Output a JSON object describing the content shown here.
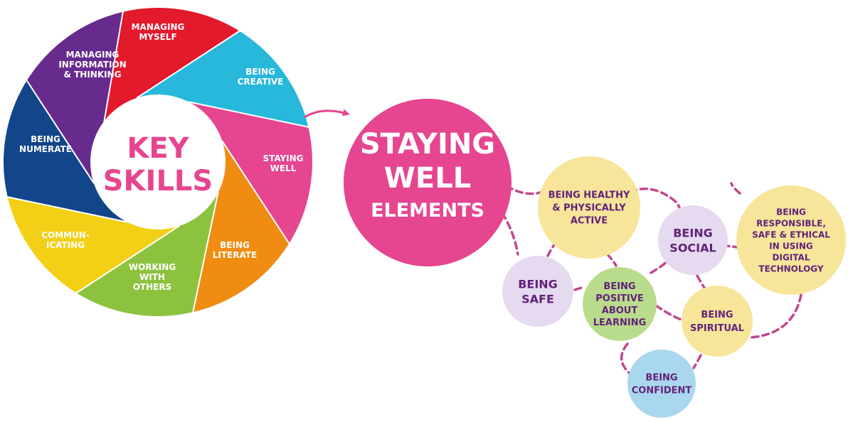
{
  "colors": {
    "background": "#ffffff",
    "title_pink": "#e6458f",
    "bubble_text": "#62227a",
    "connector": "#c2478e"
  },
  "key_skills": {
    "title_lines": [
      "KEY",
      "SKILLS"
    ],
    "segments": [
      {
        "id": "managing-myself",
        "lines": [
          "MANAGING",
          "MYSELF"
        ],
        "color": "#e3192c"
      },
      {
        "id": "being-creative",
        "lines": [
          "BEING",
          "CREATIVE"
        ],
        "color": "#27b8dc"
      },
      {
        "id": "staying-well",
        "lines": [
          "STAYING",
          "WELL"
        ],
        "color": "#e6458f"
      },
      {
        "id": "being-literate",
        "lines": [
          "BEING",
          "LITERATE"
        ],
        "color": "#f08c12"
      },
      {
        "id": "working-with-others",
        "lines": [
          "WORKING",
          "WITH",
          "OTHERS"
        ],
        "color": "#8dc23f"
      },
      {
        "id": "communicating",
        "lines": [
          "COMMUN-",
          "ICATING"
        ],
        "color": "#f3cf16"
      },
      {
        "id": "being-numerate",
        "lines": [
          "BEING",
          "NUMERATE"
        ],
        "color": "#12458a"
      },
      {
        "id": "managing-information",
        "lines": [
          "MANAGING",
          "INFORMATION",
          "& THINKING"
        ],
        "color": "#672b8e"
      }
    ]
  },
  "staying_well": {
    "title_lines": [
      "STAYING",
      "WELL",
      "ELEMENTS"
    ],
    "color": "#e6458f",
    "elements": [
      {
        "id": "healthy-active",
        "lines": [
          "BEING HEALTHY",
          "& PHYSICALLY",
          "ACTIVE"
        ],
        "color": "#f7e59a"
      },
      {
        "id": "being-safe",
        "lines": [
          "BEING",
          "SAFE"
        ],
        "color": "#e5daf0"
      },
      {
        "id": "positive-learning",
        "lines": [
          "BEING",
          "POSITIVE",
          "ABOUT",
          "LEARNING"
        ],
        "color": "#b9dc8c"
      },
      {
        "id": "being-social",
        "lines": [
          "BEING",
          "SOCIAL"
        ],
        "color": "#e5daf0"
      },
      {
        "id": "responsible-digital",
        "lines": [
          "BEING",
          "RESPONSIBLE,",
          "SAFE & ETHICAL",
          "IN USING",
          "DIGITAL",
          "TECHNOLOGY"
        ],
        "color": "#f7e59a"
      },
      {
        "id": "being-spiritual",
        "lines": [
          "BEING",
          "SPIRITUAL"
        ],
        "color": "#f7e59a"
      },
      {
        "id": "being-confident",
        "lines": [
          "BEING",
          "CONFIDENT"
        ],
        "color": "#a9d8ee"
      }
    ]
  }
}
